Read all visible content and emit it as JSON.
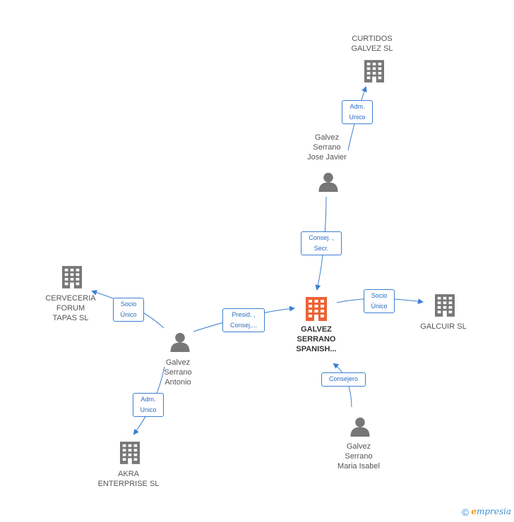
{
  "colors": {
    "edge": "#3d7fd1",
    "company": "#777777",
    "center_company": "#ee6233",
    "person": "#777777"
  },
  "nodes": {
    "curtidos": {
      "label": "CURTIDOS\nGALVEZ SL",
      "icon": "building-icon"
    },
    "jose_javier": {
      "label": "Galvez\nSerrano\nJose Javier",
      "icon": "person-icon"
    },
    "galvez_serrano_spanish": {
      "label": "GALVEZ\nSERRANO\nSPANISH...",
      "icon": "building-icon"
    },
    "galcuir": {
      "label": "GALCUIR SL",
      "icon": "building-icon"
    },
    "cerveceria": {
      "label": "CERVECERIA\nFORUM\nTAPAS SL",
      "icon": "building-icon"
    },
    "antonio": {
      "label": "Galvez\nSerrano\nAntonio",
      "icon": "person-icon"
    },
    "akra": {
      "label": "AKRA\nENTERPRISE  SL",
      "icon": "building-icon"
    },
    "maria_isabel": {
      "label": "Galvez\nSerrano\nMaria Isabel",
      "icon": "person-icon"
    }
  },
  "edges": {
    "jose_to_curtidos": "Adm.\nUnico",
    "jose_to_center": "Consej. ,\nSecr.",
    "antonio_to_center": "Presid. ,\nConsej....",
    "center_to_galcuir": "Socio\nÚnico",
    "antonio_to_cerveceria": "Socio\nÚnico",
    "antonio_to_akra": "Adm.\nUnico",
    "maria_to_center": "Consejero"
  },
  "footer": {
    "copyright": "©",
    "brand_first": "e",
    "brand_rest": "mpresia"
  }
}
